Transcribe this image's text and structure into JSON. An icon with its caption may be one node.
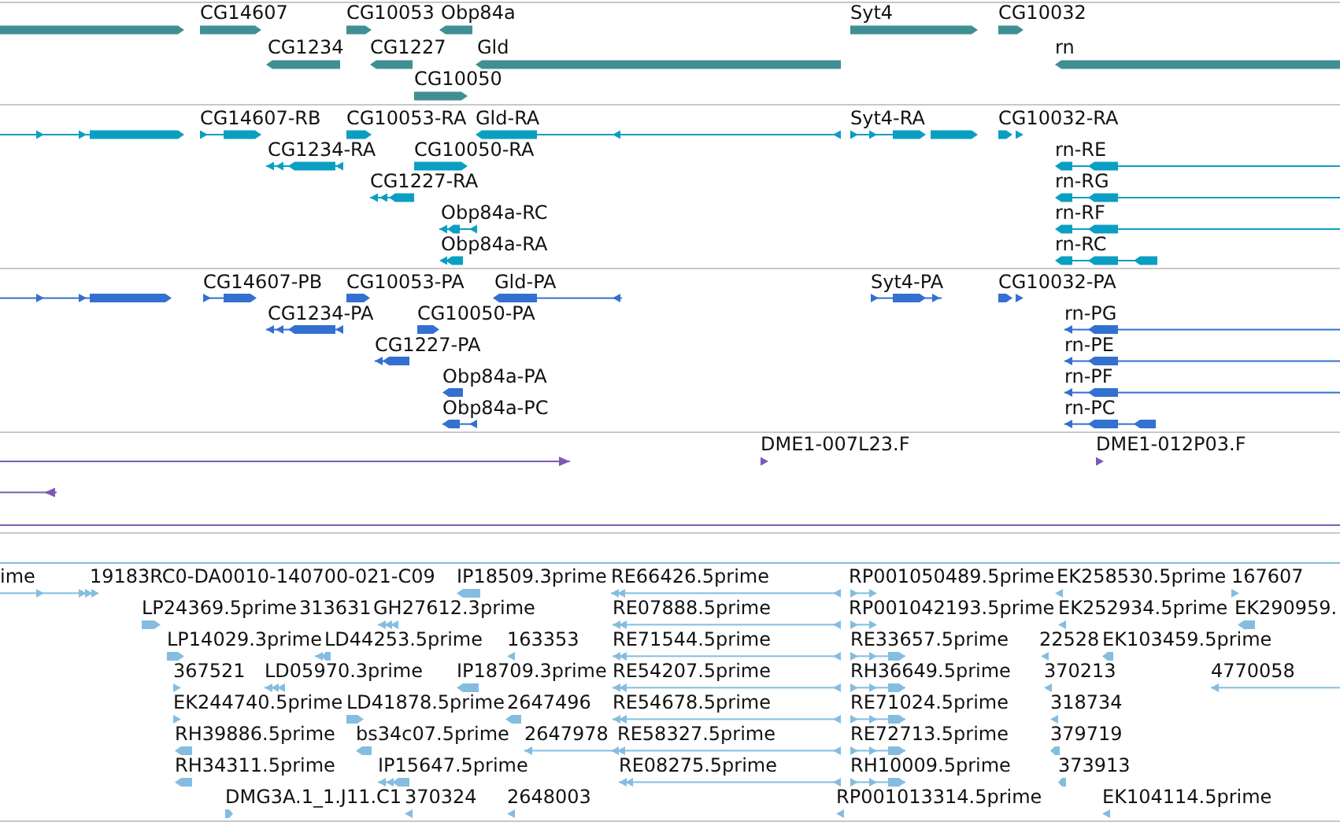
{
  "diagram": {
    "labels": [
      "CG14607",
      "CG10053",
      "Obp84a",
      "Syt4",
      "CG10032",
      "CG1234",
      "CG1227",
      "Gld",
      "rn",
      "CG10050",
      "CG14607-RB",
      "CG10053-RA",
      "Gld-RA",
      "Syt4-RA",
      "CG10032-RA",
      "CG1234-RA",
      "CG10050-RA",
      "rn-RE",
      "CG1227-RA",
      "rn-RG",
      "Obp84a-RC",
      "rn-RF",
      "Obp84a-RA",
      "rn-RC",
      "CG14607-PB",
      "CG10053-PA",
      "Gld-PA",
      "Syt4-PA",
      "CG10032-PA",
      "CG1234-PA",
      "CG10050-PA",
      "rn-PG",
      "CG1227-PA",
      "rn-PE",
      "Obp84a-PA",
      "rn-PF",
      "Obp84a-PC",
      "rn-PC",
      "DME1-007L23.F",
      "DME1-012P03.F",
      "ime",
      "19183RC0-DA0010-140700-021-C09",
      "IP18509.3prime",
      "RE66426.5prime",
      "RP001050489.5prime",
      "EK258530.5prime",
      "167607",
      "LP24369.5prime",
      "313631",
      "GH27612.3prime",
      "RE07888.5prime",
      "RP001042193.5prime",
      "EK252934.5prime",
      "EK290959.",
      "LP14029.3prime",
      "LD44253.5prime",
      "163353",
      "RE71544.5prime",
      "RE33657.5prime",
      "22528",
      "EK103459.5prime",
      "367521",
      "LD05970.3prime",
      "IP18709.3prime",
      "RE54207.5prime",
      "RH36649.5prime",
      "370213",
      "4770058",
      "EK244740.5prime",
      "LD41878.5prime",
      "2647496",
      "RE54678.5prime",
      "RE71024.5prime",
      "318734",
      "RH39886.5prime",
      "bs34c07.5prime",
      "2647978",
      "RE58327.5prime",
      "RE72713.5prime",
      "379719",
      "RH34311.5prime",
      "IP15647.5prime",
      "RE08275.5prime",
      "RH10009.5prime",
      "373913",
      "DMG3A.1_1.J11.C1",
      "370324",
      "2648003",
      "RP001013314.5prime",
      "EK104114.5prime"
    ]
  }
}
